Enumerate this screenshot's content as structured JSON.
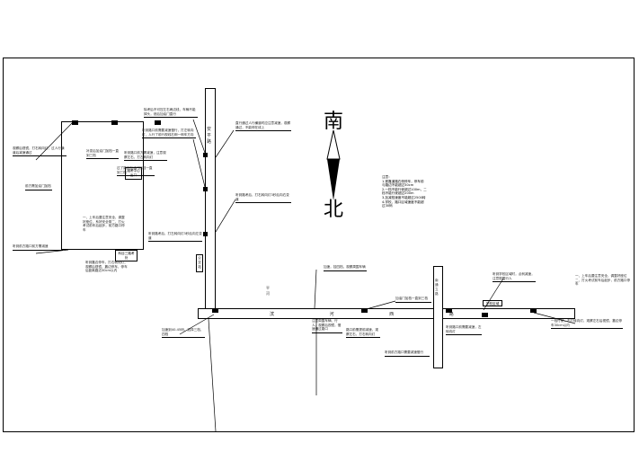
{
  "roads": {
    "v1": "安 平 路",
    "h1": "滨 河 西 路",
    "v2": "南通立路",
    "side": "平 河"
  },
  "compass": {
    "top": "南",
    "bottom": "北"
  },
  "boxes": {
    "start": "路考中心出口",
    "end": "科目三路考处",
    "school": "学校区域",
    "bus": "公交站"
  },
  "legend": {
    "title": "注意：",
    "items": [
      "1.紧靠道路右侧停车，停车前与路边不能超过30cm",
      "2.一档不能行驶超过100m，二档不能行驶超过200m",
      "3.加减档速度不能超过2500转",
      "4.学校、路口区域速度不能超过30码"
    ]
  },
  "notes": [
    "除考后不可压左右两边线，车辆不能掉头，然后加油门直行",
    "听到路口前需要减速慢行，打左转向灯，人行了前行视线右侧一侧车方向",
    "观察后视镜，打右转向灯，过人行横道后减速通过",
    "补变后加油门加档一直到三档",
    "听到路口前方需减速，注意观察左右，打左转向灯",
    "过了路口加油门加档一直到三档",
    "直行通过人行横道时应注意减速，观察通过，不能停在线上",
    "前方需加油门加档",
    "听到路考后，打右转向灯3秒后向右变道",
    "听到路考后，打左转向灯3秒后向左变道",
    "一、上车后要注意安全，调整好座位、系好安全带二、打火考试前车后起步，前方路口停车",
    "听到靠边停车，打右转向灯，观察后视镜，靠边停车，停车后距离路边30cm以内",
    "加速到40-45码，选择三档、四档",
    "听到前方路口前方需减速",
    "注意周围车辆、行人、观察后视镜，慢速通过路口",
    "路口前需提前减速，观察左右，打右转向灯",
    "加油门加档一直到三档",
    "听到学校区域时，点刹减速，注意周围行人",
    "听到路口前需要减速，左转向灯",
    "加速，挂四档，观察周围车辆",
    "听到前方路口需要减速慢行",
    "一、上车后要注意安全，调整好座位二、打火考试前车后起步，前方路口停车",
    "一档行驶，右打转向灯，观察左右后视镜，靠边停车30cm以内"
  ]
}
